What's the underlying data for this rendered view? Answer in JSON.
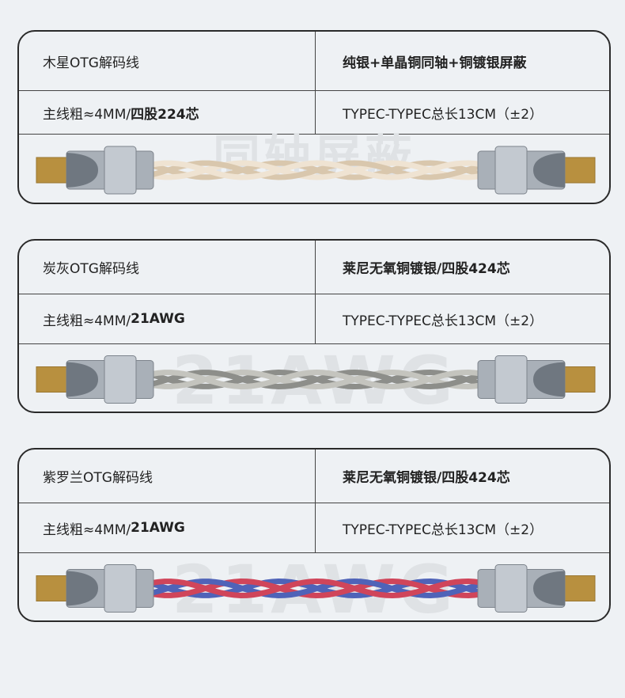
{
  "cards": [
    {
      "name": "木星OTG解码线",
      "material": "纯银+单晶铜同轴+铜镀银屏蔽",
      "spec_a": "主线粗≈4MM/",
      "spec_b": "四股224芯",
      "length": "TYPEC-TYPEC总长13CM（±2）",
      "watermark": "同轴屏蔽",
      "cable_colors": [
        "#d9c7ad",
        "#efe3d2"
      ]
    },
    {
      "name": "炭灰OTG解码线",
      "material": "莱尼无氧铜镀银/四股424芯",
      "spec_a": "主线粗≈4MM/",
      "spec_b": "21AWG",
      "length": "TYPEC-TYPEC总长13CM（±2）",
      "watermark": "21AWG",
      "cable_colors": [
        "#8d8e8a",
        "#c4c4be"
      ]
    },
    {
      "name": "紫罗兰OTG解码线",
      "material": "莱尼无氧铜镀银/四股424芯",
      "spec_a": "主线粗≈4MM/",
      "spec_b": "21AWG",
      "length": "TYPEC-TYPEC总长13CM（±2）",
      "watermark": "21AWG",
      "cable_colors": [
        "#4f63b8",
        "#d0455a"
      ]
    }
  ]
}
